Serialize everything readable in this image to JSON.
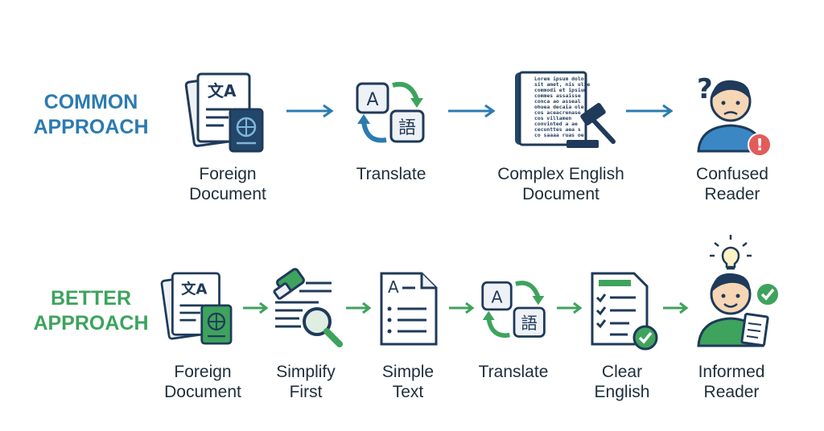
{
  "rows": {
    "common": {
      "title": "COMMON\nAPPROACH",
      "steps": [
        {
          "label": "Foreign\nDocument",
          "icon": "foreign-document-icon"
        },
        {
          "label": "Translate",
          "icon": "translate-icon"
        },
        {
          "label": "Complex English\nDocument",
          "icon": "legal-document-gavel-icon"
        },
        {
          "label": "Confused\nReader",
          "icon": "confused-reader-icon"
        }
      ]
    },
    "better": {
      "title": "BETTER\nAPPROACH",
      "steps": [
        {
          "label": "Foreign\nDocument",
          "icon": "foreign-document-icon"
        },
        {
          "label": "Simplify\nFirst",
          "icon": "simplify-magnifier-icon"
        },
        {
          "label": "Simple\nText",
          "icon": "simple-text-icon"
        },
        {
          "label": "Translate",
          "icon": "translate-icon"
        },
        {
          "label": "Clear\nEnglish",
          "icon": "checklist-document-icon"
        },
        {
          "label": "Informed\nReader",
          "icon": "informed-reader-icon"
        }
      ]
    }
  },
  "icon_text": {
    "doc_chars": "文A",
    "latin_a": "A",
    "kanji": "語",
    "lorem_lines": [
      "Lorem ipsum dolor",
      "sit amet, nis ulie",
      "commodi et ipsium",
      "commes assaisse",
      "conca ao asseal",
      "ohuea decaia ole",
      "cos aceacrenase",
      "cos villamen",
      "convinted a ae",
      "cecunttes aea s",
      "co saaaa ruas oe"
    ],
    "question_mark": "?",
    "exclamation": "!"
  },
  "colors": {
    "common_title": "#2c7bb0",
    "better_title": "#3ea35d",
    "common_arrow": "#2c7bb0",
    "better_arrow": "#3ea35d",
    "navy": "#1f3a5a",
    "green": "#3ea35d",
    "red": "#e35b5b"
  }
}
